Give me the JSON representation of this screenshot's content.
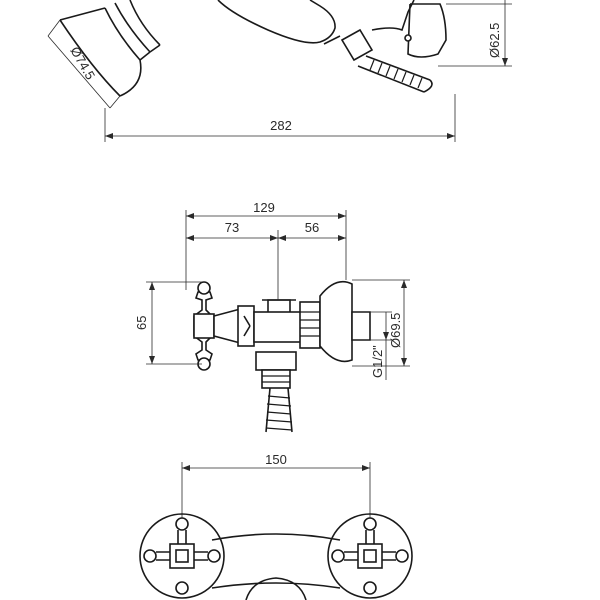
{
  "top_view": {
    "dia_head": "Ø74.5",
    "dia_holder": "Ø62.5",
    "overall_length": "282"
  },
  "side_view": {
    "width_total": "129",
    "width_left": "73",
    "width_right": "56",
    "height_handle": "65",
    "dia_flange": "Ø69.5",
    "thread": "G1/2\""
  },
  "front_view": {
    "centers": "150"
  }
}
